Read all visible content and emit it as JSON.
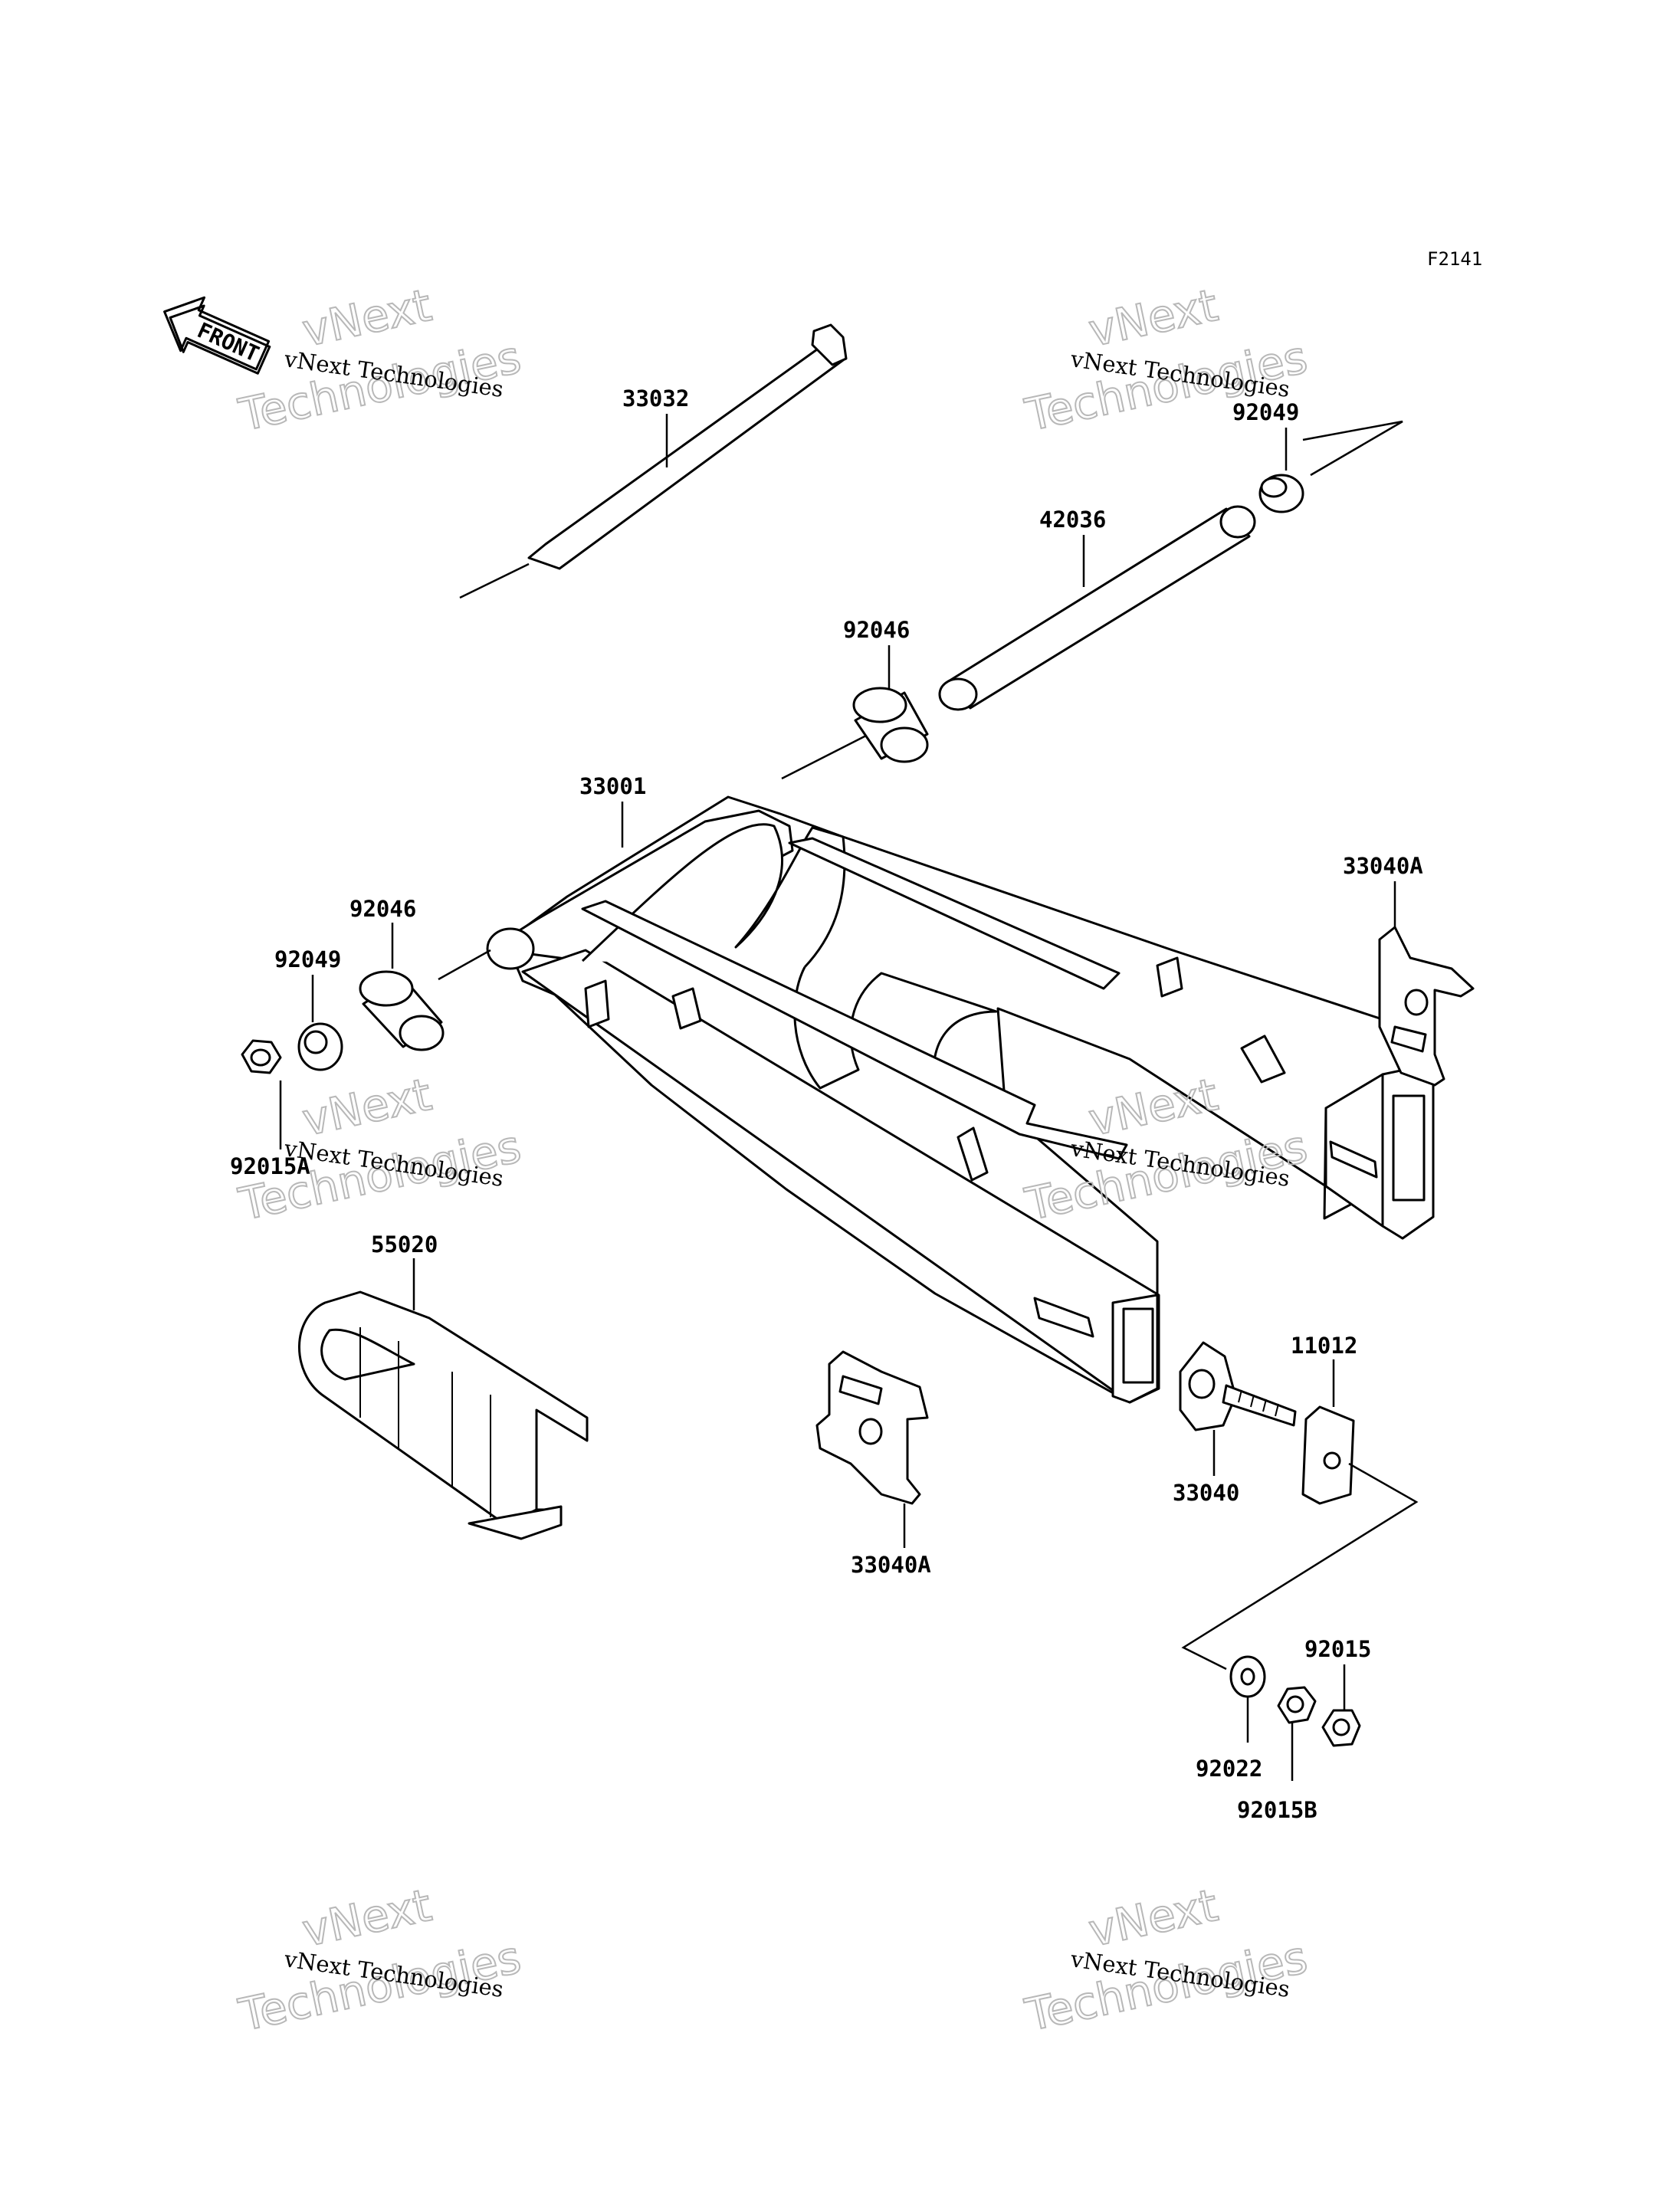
{
  "figure_code": "F2141",
  "front_label": "FRONT",
  "parts": [
    {
      "id": "p33032",
      "number": "33032"
    },
    {
      "id": "p92049_top",
      "number": "92049"
    },
    {
      "id": "p42036",
      "number": "42036"
    },
    {
      "id": "p92046_top",
      "number": "92046"
    },
    {
      "id": "p33001",
      "number": "33001"
    },
    {
      "id": "p33040A_right",
      "number": "33040A"
    },
    {
      "id": "p92046_left",
      "number": "92046"
    },
    {
      "id": "p92049_left",
      "number": "92049"
    },
    {
      "id": "p92015A",
      "number": "92015A"
    },
    {
      "id": "p55020",
      "number": "55020"
    },
    {
      "id": "p11012",
      "number": "11012"
    },
    {
      "id": "p33040",
      "number": "33040"
    },
    {
      "id": "p33040A_bottom",
      "number": "33040A"
    },
    {
      "id": "p92015",
      "number": "92015"
    },
    {
      "id": "p92022",
      "number": "92022"
    },
    {
      "id": "p92015B",
      "number": "92015B"
    }
  ],
  "watermark": {
    "line_small": "vNext Technologies",
    "line_big_1": "vNext",
    "line_big_2": "Technologies"
  }
}
